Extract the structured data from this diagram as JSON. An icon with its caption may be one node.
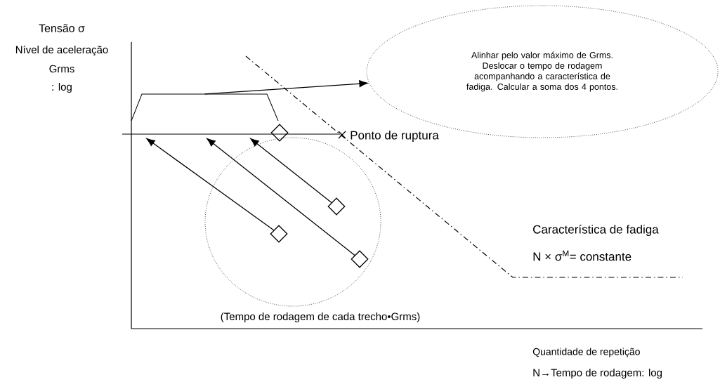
{
  "diagram": {
    "nodes": [
      {
        "text": [
          "Alinhar pelo valor máximo de Grms. Deslocar o tempo de rodagem acompanhando a característica de fadiga. Calcular a soma dos 4 pontos."
        ]
      },
      {
        "text": [],
        "shape": "diamond"
      },
      {
        "text": [],
        "shape": "diamond"
      },
      {
        "text": [],
        "shape": "diamond"
      },
      {
        "text": [],
        "shape": "diamond"
      },
      {
        "text": [],
        "shape": "trapezoid"
      }
    ],
    "edges": [
      {
        "from": 5,
        "to": 0,
        "arrow": "to"
      },
      {
        "from": 3,
        "to": null,
        "arrow": "to"
      },
      {
        "from": 4,
        "to": null,
        "arrow": "to"
      },
      {
        "from": 2,
        "to": null,
        "arrow": "to"
      }
    ],
    "labels": [
      "Tensão σ",
      "Nível de aceleração",
      "Grms",
      ": log",
      "Ponto de ruptura",
      "Característica de fadiga",
      "N × σ$^{M}$= constante",
      "(Tempo de rodagem de cada trecho•Grms)",
      "Quantidade de repetição",
      "N→Tempo de rodagem: log"
    ]
  }
}
